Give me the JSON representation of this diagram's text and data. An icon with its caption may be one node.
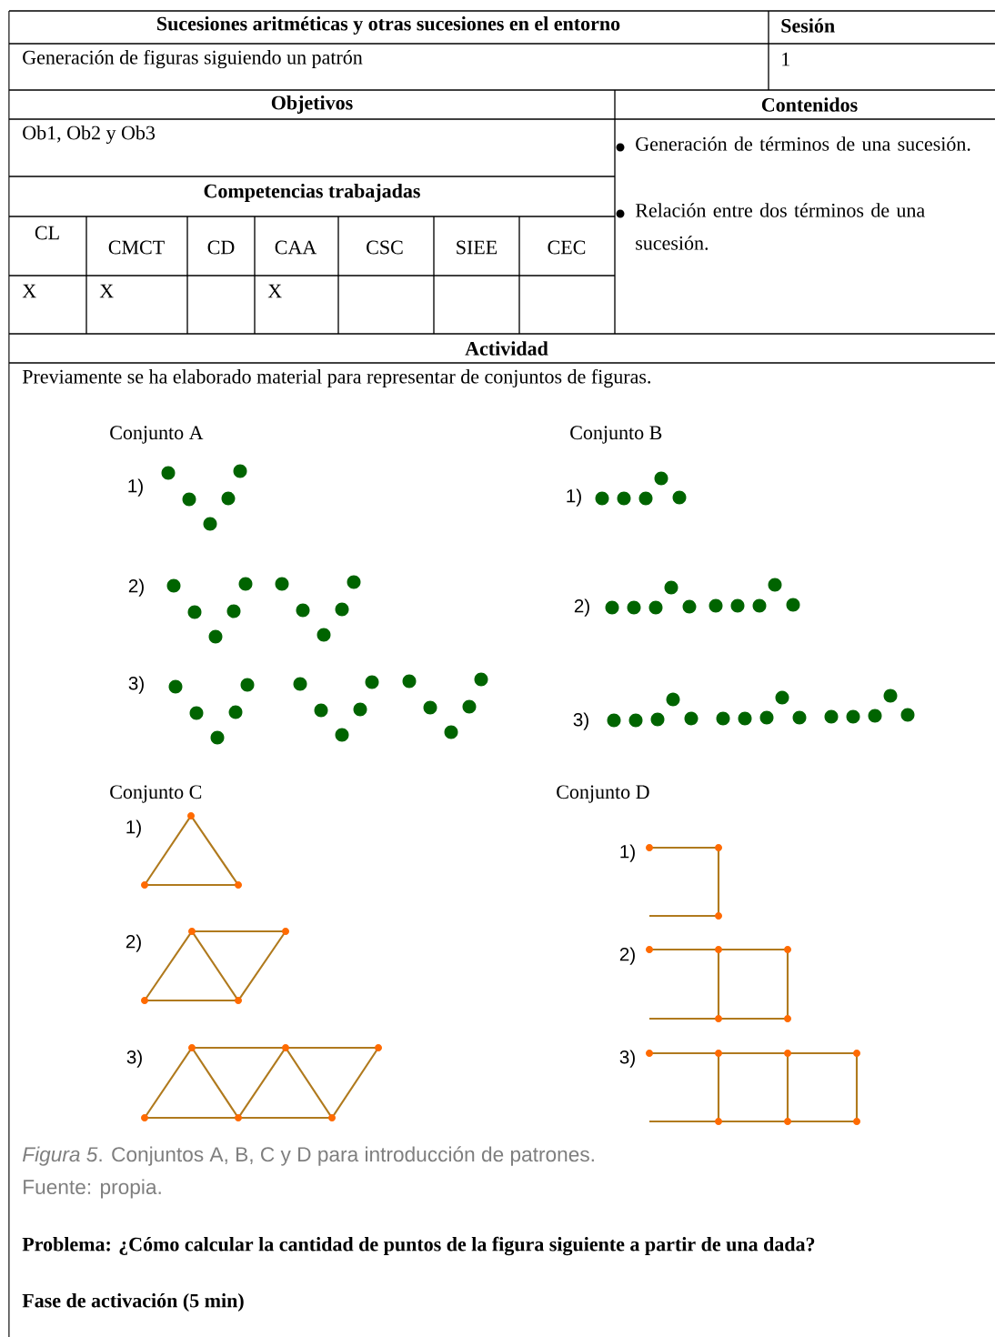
{
  "diagram": {
    "labels": [
      "Sucesiones aritméticas y otras sucesiones en el entorno",
      "Sesión",
      "Generación de figuras siguiendo un patrón",
      "1",
      "Objetivos",
      "Contenidos",
      "Ob1, Ob2 y Ob3",
      "Competencias trabajadas",
      "CL",
      "CMCT",
      "CD",
      "CAA",
      "CSC",
      "SIEE",
      "CEC",
      "X",
      "X",
      "X",
      "Generación de términos de una sucesión.",
      "Relación entre dos términos de una sucesión.",
      "Actividad",
      "Previamente se ha elaborado material para representar de conjuntos de figuras.",
      "Conjunto A",
      "1)",
      "2)",
      "3)",
      "Conjunto B",
      "1)",
      "2)",
      "3)",
      "Conjunto C",
      "1)",
      "2)",
      "3)",
      "Conjunto D",
      "1)",
      "2)",
      "3)",
      "*Figura 5*. Conjuntos A, B, C y D para introducción de patrones.",
      "Fuente: propia.",
      "Problema: ¿Cómo calcular la cantidad de puntos de la figura siguiente a partir de una dada?",
      "Fase de activación (5 min)"
    ]
  }
}
